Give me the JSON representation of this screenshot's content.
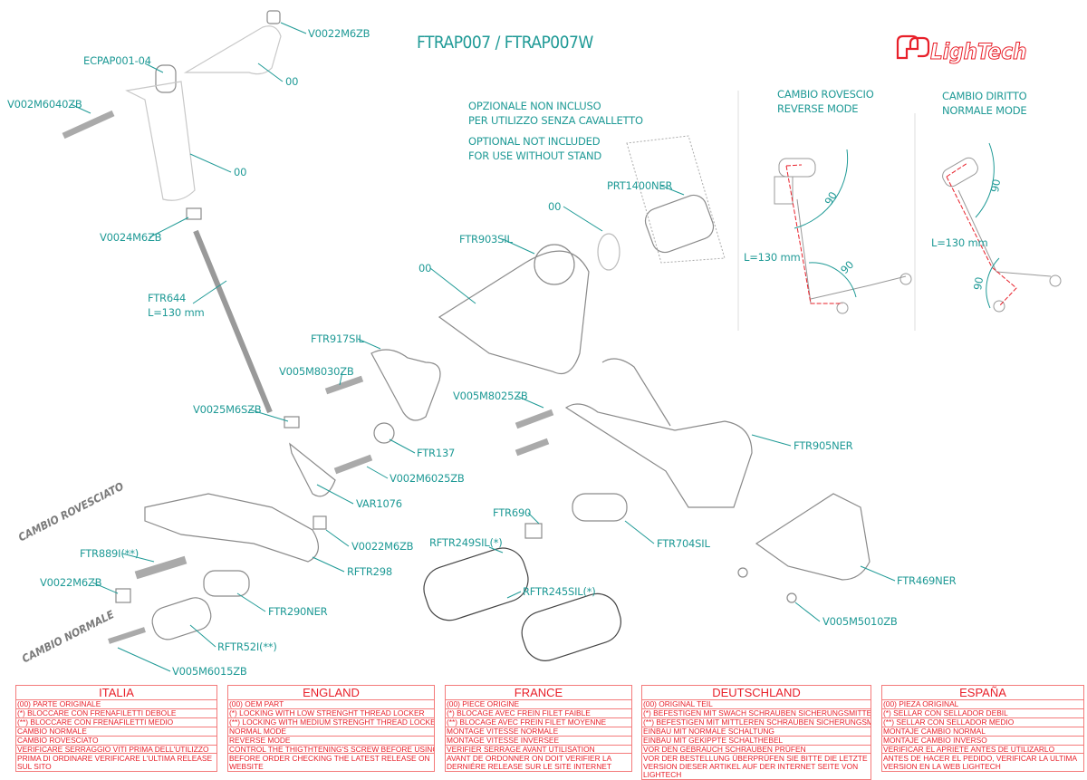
{
  "title": "FTRAP007 / FTRAP007W",
  "logo": "LighTech",
  "colors": {
    "label": "#1f9a96",
    "table": "#e8202a",
    "parts": "#9a9a9a"
  },
  "optional_note": [
    "OPZIONALE NON INCLUSO",
    "PER UTILIZZO SENZA CAVALLETTO",
    "OPTIONAL NOT INCLUDED",
    "FOR USE WITHOUT STAND"
  ],
  "modes": {
    "reverse": "CAMBIO ROVESCIATO",
    "normal": "CAMBIO NORMALE"
  },
  "inset": {
    "reverse": {
      "title": "CAMBIO ROVESCIO",
      "subtitle": "REVERSE MODE",
      "length": "L=130 mm",
      "angle1": "90",
      "angle2": "90"
    },
    "normal": {
      "title": "CAMBIO DIRITTO",
      "subtitle": "NORMALE MODE",
      "length": "L=130 mm",
      "angle1": "90",
      "angle2": "90"
    }
  },
  "parts": [
    "V0022M6ZB",
    "00",
    "ECPAP001-04",
    "V002M6040ZB",
    "00",
    "V0024M6ZB",
    "FTR644",
    "L=130 mm",
    "V0025M6SZB",
    "VAR1076",
    "V002M6025ZB",
    "FTR137",
    "V005M8030ZB",
    "FTR917SIL",
    "00",
    "FTR903SIL",
    "00",
    "PRT1400NER",
    "V005M8025ZB",
    "FTR905NER",
    "FTR690",
    "FTR704SIL",
    "RFTR249SIL(*)",
    "RFTR245SIL(*)",
    "FTR469NER",
    "V005M5010ZB",
    "V0022M6ZB",
    "RFTR298",
    "FTR889I(**)",
    "V0022M6ZB",
    "FTR290NER",
    "RFTR52I(**)",
    "V005M6015ZB"
  ],
  "legend": [
    {
      "country": "ITALIA",
      "rows": [
        "(00) PARTE ORIGINALE",
        "(*)    BLOCCARE CON FRENAFILETTI DEBOLE",
        "(**)  BLOCCARE CON FRENAFILETTI MEDIO",
        "CAMBIO NORMALE",
        "CAMBIO ROVESCIATO",
        "VERIFICARE SERRAGGIO VITI PRIMA DELL'UTILIZZO",
        "PRIMA DI ORDINARE VERIFICARE L'ULTIMA RELEASE SUL SITO"
      ]
    },
    {
      "country": "ENGLAND",
      "rows": [
        "(00) OEM PART",
        "(*)     LOCKING WITH LOW STRENGHT THREAD LOCKER",
        "(**)   LOCKING WITH MEDIUM STRENGHT THREAD LOCKER",
        "NORMAL MODE",
        "REVERSE MODE",
        "CONTROL THE THIGTHTENING'S SCREW BEFORE USING",
        "BEFORE ORDER CHECKING THE LATEST RELEASE ON WEBSITE"
      ]
    },
    {
      "country": "FRANCE",
      "rows": [
        "(00) PIECE ORIGINE",
        "(*)     BLOCAGE AVEC FREIN FILET FAIBLE",
        "(**)   BLOCAGE AVEC FREIN FILET MOYENNE",
        "MONTAGE VITESSE NORMALE",
        "MONTAGE VITESSE INVERSEE",
        "VERIFIER SERRAGE AVANT UTILISATION",
        "AVANT DE ORDONNER ON DOIT VERIFIER LA DERNIÉRE RELEASE SUR LE SITE INTERNET"
      ]
    },
    {
      "country": "DEUTSCHLAND",
      "rows": [
        "(00) ORIGINAL TEIL",
        "(*)     BEFESTIGEN MIT SWACH SCHRAUBEN SICHERUNGSMITTEL",
        "(**)   BEFESTIGEN MIT MITTLEREN SCHRAUBEN SICHERUNGSMITTEL",
        "EINBAU MIT NORMALE SCHALTUNG",
        "EINBAU MIT GEKIPPTE SCHALTHEBEL",
        "VOR DEN GEBRAUCH SCHRAUBEN PRÜFEN",
        "VOR DER BESTELLUNG ÜBERPRÜFEN SIE BITTE DIE LETZTE VERSION DIESER ARTIKEL AUF DER INTERNET SEITE VON LIGHTECH"
      ]
    },
    {
      "country": "ESPAÑA",
      "rows": [
        "(00) PIEZA ORIGINAL",
        "(*)    SELLAR CON SELLADOR DEBIL",
        "(**)  SELLAR CON SELLADOR MEDIO",
        "MONTAJE  CAMBIO NORMAL",
        "MONTAJE CAMBIO INVERSO",
        "VERIFICAR EL APRIETE ANTES DE UTILIZARLO",
        "ANTES DE HACER EL PEDIDO, VERIFICAR LA ULTIMA VERSION EN LA WEB LIGHTECH"
      ]
    }
  ]
}
